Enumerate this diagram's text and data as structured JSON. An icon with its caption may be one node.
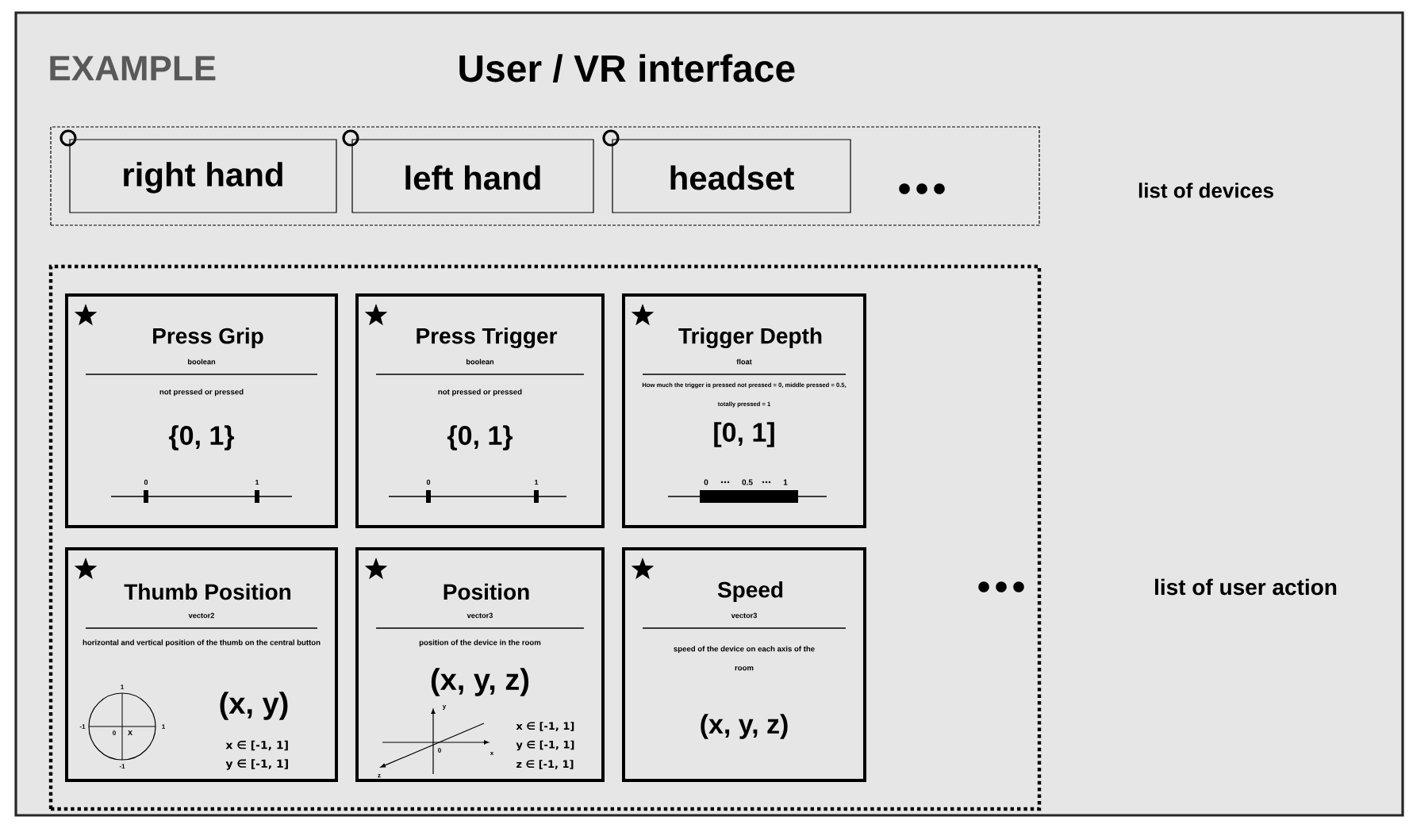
{
  "diagram": {
    "title": "User / VR interface",
    "nodes": [
      {
        "text": [],
        "shape": "box"
      },
      {
        "text": [
          "right hand"
        ],
        "in": 0
      },
      {
        "text": [
          "left hand"
        ],
        "in": 0
      },
      {
        "text": [
          "headset"
        ],
        "in": 0
      },
      {
        "text": [],
        "shape": "box"
      },
      {
        "text": [
          "Press Grip",
          "boolean",
          "not pressed or pressed",
          "{0, 1}",
          "0",
          "1"
        ],
        "in": 4
      },
      {
        "text": [
          "Press Trigger",
          "boolean",
          "not pressed or pressed",
          "{0, 1}",
          "0",
          "1"
        ],
        "in": 4
      },
      {
        "text": [
          "Trigger Depth",
          "float",
          "How much the trigger is pressed not pressed = 0, middle pressed = 0.5, totally pressed = 1",
          "[0, 1]",
          "0",
          "0.5",
          "1"
        ],
        "in": 4
      },
      {
        "text": [
          "Thumb Position",
          "vector2",
          "horizontal and vertical position of the thumb on the central button",
          "(x, y)",
          "1",
          "-1",
          "1",
          "-1",
          "0",
          "X",
          "x ∈ [-1, 1]",
          "y ∈ [-1, 1]"
        ],
        "in": 4
      },
      {
        "text": [
          "Position",
          "vector3",
          "position of the device in the room",
          "(x, y, z)",
          "y",
          "x",
          "z",
          "0",
          "x ∈ [-1, 1]",
          "y ∈ [-1, 1]",
          "z ∈ [-1, 1]"
        ],
        "in": 4
      },
      {
        "text": [
          "Speed",
          "vector3",
          "speed of the device on each axis of the room",
          "(x, y, z)"
        ],
        "in": 4
      }
    ],
    "labels": [
      "EXAMPLE",
      "list of devices",
      "list of user action"
    ]
  }
}
